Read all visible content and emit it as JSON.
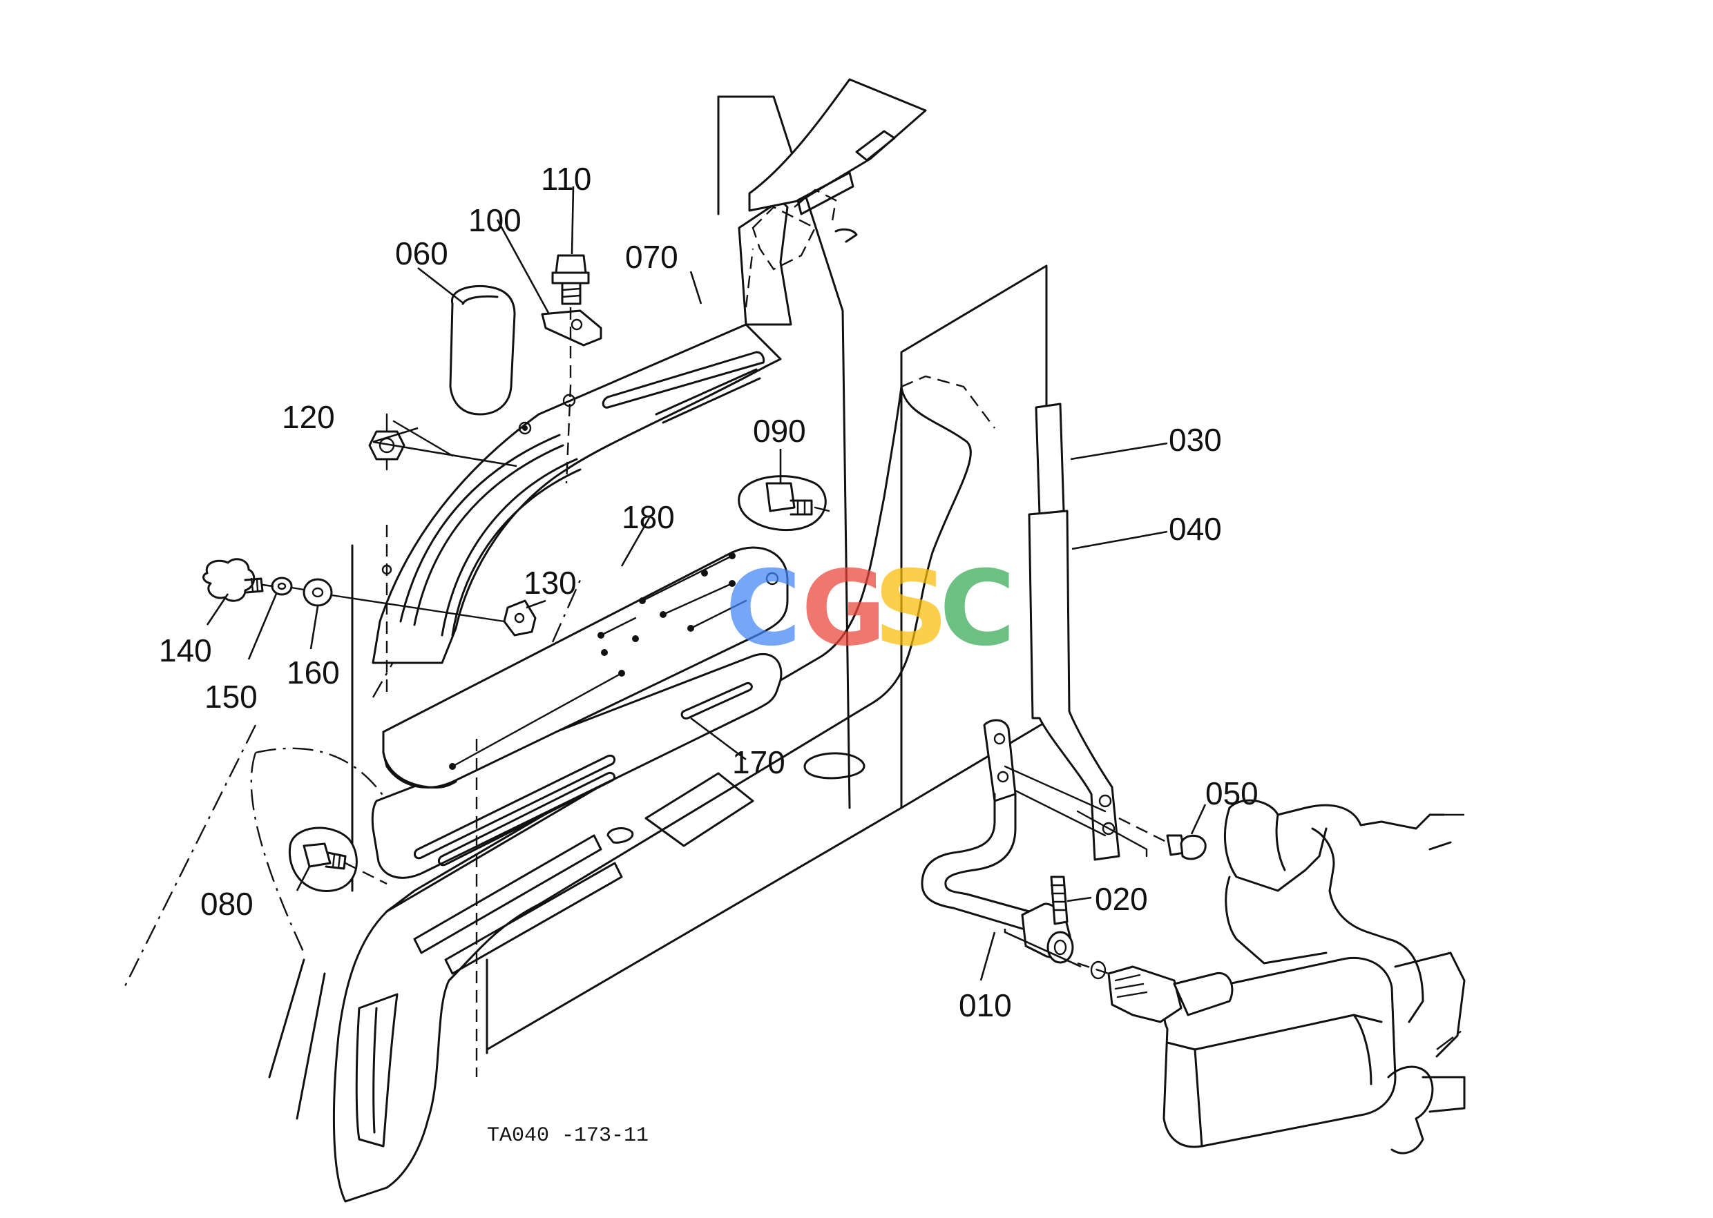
{
  "diagram": {
    "drawing_code": "TA040 -173-11",
    "watermark": [
      "C",
      "G",
      "S",
      "C"
    ],
    "watermark_colors": [
      "#4285F4",
      "#EA4335",
      "#FBBC05",
      "#34A853"
    ],
    "labels": [
      {
        "id": "010",
        "text": "010"
      },
      {
        "id": "020",
        "text": "020"
      },
      {
        "id": "030",
        "text": "030"
      },
      {
        "id": "040",
        "text": "040"
      },
      {
        "id": "050",
        "text": "050"
      },
      {
        "id": "060",
        "text": "060"
      },
      {
        "id": "070",
        "text": "070"
      },
      {
        "id": "080",
        "text": "080"
      },
      {
        "id": "090",
        "text": "090"
      },
      {
        "id": "100",
        "text": "100"
      },
      {
        "id": "110",
        "text": "110"
      },
      {
        "id": "120",
        "text": "120"
      },
      {
        "id": "130",
        "text": "130"
      },
      {
        "id": "140",
        "text": "140"
      },
      {
        "id": "150",
        "text": "150"
      },
      {
        "id": "160",
        "text": "160"
      },
      {
        "id": "170",
        "text": "170"
      },
      {
        "id": "180",
        "text": "180"
      }
    ]
  }
}
